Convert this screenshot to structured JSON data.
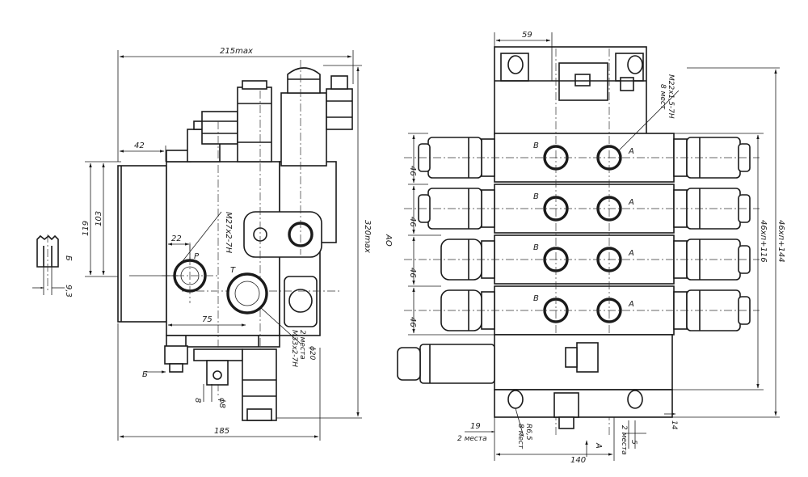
{
  "left_view": {
    "dims": {
      "width_max": "215max",
      "d42": "42",
      "d103": "103",
      "d119": "119",
      "d22": "22",
      "d75": "75",
      "d185": "185",
      "height_max": "320max",
      "d8": "8",
      "phi8": "ϕ8",
      "phi20": "ϕ20"
    },
    "threads": {
      "p_port": "M27x2-7H",
      "t_port": "M33x2-7H",
      "t_port_count": "2 места"
    },
    "port_labels": {
      "p": "P",
      "t": "T"
    },
    "section_marks": {
      "b_label": "Б",
      "arrow_b": "Б"
    },
    "inset": {
      "dim_9_3": "9,3",
      "label_b": "Б"
    },
    "view_label": "АО"
  },
  "right_view": {
    "dims": {
      "d59": "59",
      "row_46": [
        "46",
        "46",
        "46",
        "46"
      ],
      "d14": "14",
      "d19": "19",
      "d19_count": "2 места",
      "d140": "140",
      "d5": "5",
      "d5_count": "2 места",
      "r6_5": "R6,5",
      "r6_5_count": "8 мест",
      "total_stack": "46хп+116",
      "total_stack2": "46хп+144"
    },
    "threads": {
      "work_ports": "M22x1,5-7H",
      "work_ports_count": "8 мест"
    },
    "section_labels": [
      {
        "b": "В",
        "a": "А"
      },
      {
        "b": "В",
        "a": "А"
      },
      {
        "b": "В",
        "a": "А"
      },
      {
        "b": "В",
        "a": "А"
      }
    ],
    "view_arrow": "А"
  }
}
